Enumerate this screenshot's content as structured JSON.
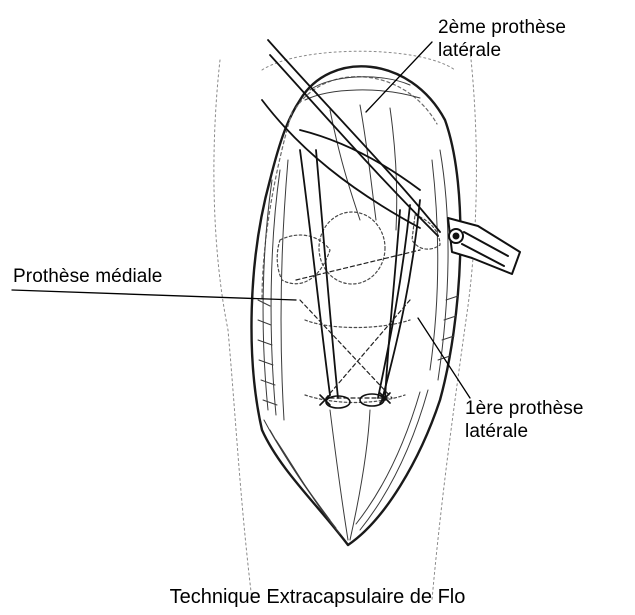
{
  "labels": {
    "second_lateral_prosthesis": [
      "2ème prothèse",
      "latérale"
    ],
    "first_lateral_prosthesis": [
      "1ère prothèse",
      "latérale"
    ],
    "medial_prosthesis": "Prothèse médiale"
  },
  "caption": "Technique Extracapsulaire de Flo"
}
